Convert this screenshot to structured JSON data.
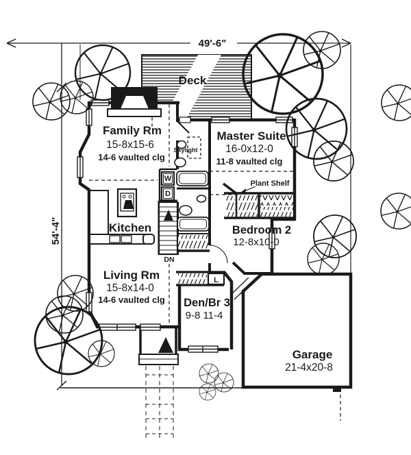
{
  "plan": {
    "title": "house-floor-plan",
    "width_label": "49'-6\"",
    "height_label": "54'-4\"",
    "deck_label": "Deck",
    "rooms": {
      "family": {
        "name": "Family Rm",
        "size": "15-8x15-6",
        "ceiling": "14-6 vaulted clg"
      },
      "master": {
        "name": "Master Suite",
        "size": "16-0x12-0",
        "ceiling": "11-8 vaulted clg"
      },
      "kitchen": {
        "name": "Kitchen"
      },
      "living": {
        "name": "Living Rm",
        "size": "15-8x14-0",
        "ceiling": "14-6 vaulted clg"
      },
      "bedroom2": {
        "name": "Bedroom 2",
        "size": "12-8x10-0"
      },
      "den": {
        "name": "Den/Br 3",
        "size": "9-8 11-4"
      },
      "garage": {
        "name": "Garage",
        "size": "21-4x20-8"
      }
    },
    "features": {
      "skylight": "Skylight",
      "plant_shelf": "Plant Shelf",
      "stairs_down": "DN",
      "washer": "W",
      "dryer": "D",
      "linen": "L"
    },
    "colors": {
      "ink": "#1a1a1a",
      "paper": "#ffffff"
    }
  }
}
